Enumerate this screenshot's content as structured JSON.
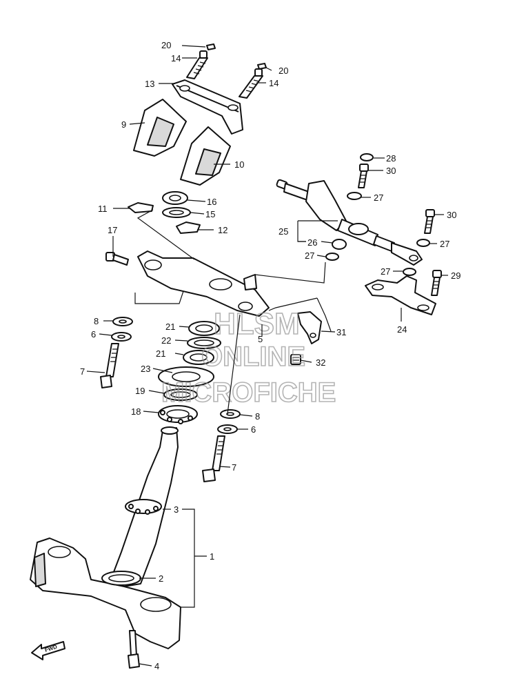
{
  "watermark": {
    "line1": "HLSM",
    "line2": "ONLINE",
    "line3": "MICROFICHE"
  },
  "fwd_label": "FWD",
  "callouts": {
    "c1": "1",
    "c2": "2",
    "c3": "3",
    "c4": "4",
    "c5": "5",
    "c6a": "6",
    "c6b": "6",
    "c7a": "7",
    "c7b": "7",
    "c8a": "8",
    "c8b": "8",
    "c9": "9",
    "c10": "10",
    "c11": "11",
    "c12": "12",
    "c13": "13",
    "c14a": "14",
    "c14b": "14",
    "c15": "15",
    "c16": "16",
    "c17": "17",
    "c18": "18",
    "c19": "19",
    "c20a": "20",
    "c20b": "20",
    "c21a": "21",
    "c21b": "21",
    "c22": "22",
    "c23": "23",
    "c24": "24",
    "c25": "25",
    "c26": "26",
    "c27a": "27",
    "c27b": "27",
    "c27c": "27",
    "c27d": "27",
    "c28": "28",
    "c29": "29",
    "c30a": "30",
    "c30b": "30",
    "c31": "31",
    "c32": "32"
  },
  "colors": {
    "line": "#111111",
    "watermark": "#9a9a9a",
    "background": "#ffffff"
  }
}
